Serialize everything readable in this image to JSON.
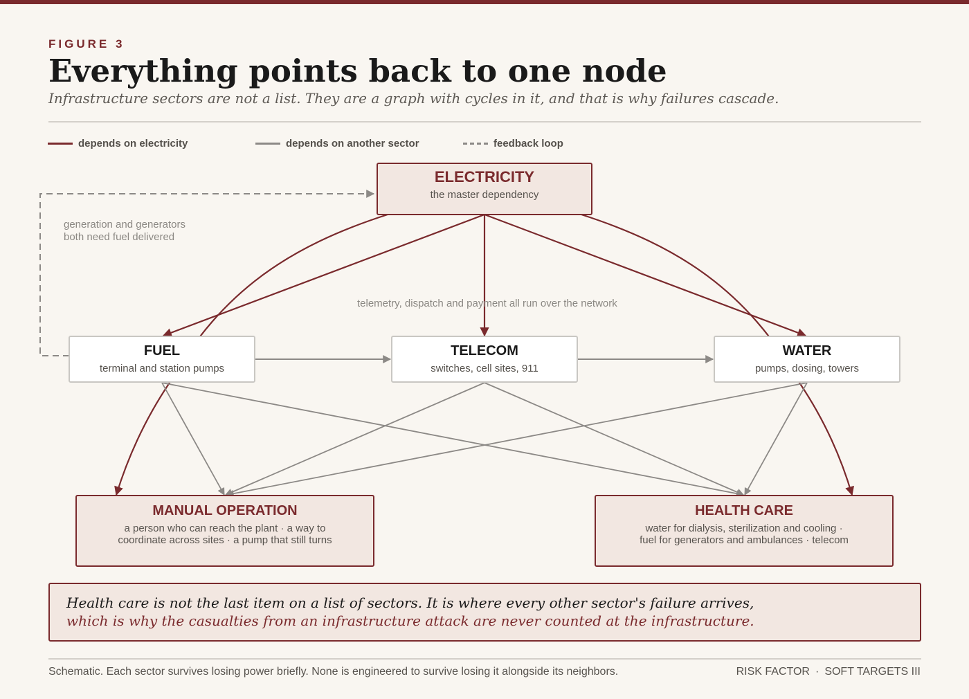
{
  "header": {
    "figure_label": "FIGURE 3",
    "title": "Everything points back to one node",
    "subtitle": "Infrastructure sectors are not a list. They are a graph with cycles in it, and that is why failures cascade."
  },
  "legend": [
    {
      "label": "depends on electricity",
      "style": "solid",
      "color": "#7a2a2d"
    },
    {
      "label": "depends on another sector",
      "style": "solid",
      "color": "#8c8986"
    },
    {
      "label": "feedback loop",
      "style": "dashed",
      "color": "#8c8986"
    }
  ],
  "nodes": {
    "electricity": {
      "title": "ELECTRICITY",
      "subtitle": "the master dependency"
    },
    "fuel": {
      "title": "FUEL",
      "subtitle": "terminal and station pumps"
    },
    "telecom": {
      "title": "TELECOM",
      "subtitle": "switches, cell sites, 911"
    },
    "water": {
      "title": "WATER",
      "subtitle": "pumps, dosing, towers"
    },
    "manual": {
      "title": "MANUAL OPERATION",
      "subtitle_1": "a person who can reach the plant · a way to",
      "subtitle_2": "coordinate across sites · a pump that still turns"
    },
    "health": {
      "title": "HEALTH CARE",
      "subtitle_1": "water for dialysis, sterilization and cooling ·",
      "subtitle_2": "fuel for generators and ambulances · telecom"
    }
  },
  "edges": [
    {
      "from": "electricity",
      "to": "fuel",
      "kind": "electricity"
    },
    {
      "from": "electricity",
      "to": "telecom",
      "kind": "electricity"
    },
    {
      "from": "electricity",
      "to": "water",
      "kind": "electricity"
    },
    {
      "from": "electricity",
      "to": "manual",
      "kind": "electricity"
    },
    {
      "from": "electricity",
      "to": "health",
      "kind": "electricity"
    },
    {
      "from": "fuel",
      "to": "telecom",
      "kind": "sector"
    },
    {
      "from": "telecom",
      "to": "water",
      "kind": "sector"
    },
    {
      "from": "fuel",
      "to": "manual",
      "kind": "sector"
    },
    {
      "from": "fuel",
      "to": "health",
      "kind": "sector"
    },
    {
      "from": "telecom",
      "to": "manual",
      "kind": "sector"
    },
    {
      "from": "telecom",
      "to": "health",
      "kind": "sector"
    },
    {
      "from": "water",
      "to": "manual",
      "kind": "sector"
    },
    {
      "from": "water",
      "to": "health",
      "kind": "sector"
    },
    {
      "from": "fuel",
      "to": "electricity",
      "kind": "feedback"
    }
  ],
  "annotations": {
    "feedback_1": "generation and generators",
    "feedback_2": "both need fuel delivered",
    "telecom_note": "telemetry, dispatch and payment all run over the network"
  },
  "callout": {
    "line1": "Health care is not the last item on a list of sectors. It is where every other sector's failure arrives,",
    "line2": "which is why the casualties from an infrastructure attack are never counted at the infrastructure."
  },
  "footer": {
    "note": "Schematic. Each sector survives losing power briefly. None is engineered to survive losing it alongside its neighbors.",
    "credit_1": "RISK FACTOR",
    "credit_sep": "·",
    "credit_2": "SOFT TARGETS III"
  },
  "colors": {
    "accent": "#7a2a2d",
    "gray_edge": "#8c8986",
    "background": "#f9f6f1",
    "accent_fill": "#f2e7e1"
  }
}
